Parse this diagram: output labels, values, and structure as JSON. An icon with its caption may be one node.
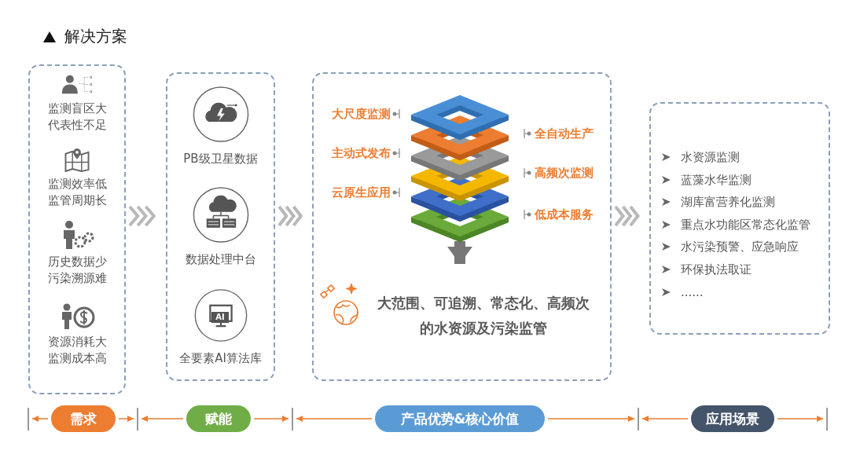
{
  "diagram": {
    "title": "解决方案",
    "nodes": [
      {
        "text": [],
        "shape": "box"
      },
      {
        "text": [
          "监测盲区大代表性不足"
        ],
        "in": 0
      },
      {
        "text": [
          "监测效率低监管周期长"
        ],
        "in": 0
      },
      {
        "text": [
          "历史数据少污染溯源难"
        ],
        "in": 0
      },
      {
        "text": [
          "资源消耗大监测成本高"
        ],
        "in": 0
      },
      {
        "text": [],
        "shape": "box"
      },
      {
        "text": [
          "PB级卫星数据"
        ],
        "in": 5
      },
      {
        "text": [
          "数据处理中台"
        ],
        "in": 5
      },
      {
        "text": [
          "全要素AI算法库"
        ],
        "in": 5
      },
      {
        "text": [],
        "shape": "box"
      },
      {
        "text": [],
        "shape": "picture",
        "in": 9
      },
      {
        "text": [
          "大范围、可追溯、常态化、高频次的水资源及污染监管"
        ],
        "in": 9
      },
      {
        "text": [
          "水资源监测",
          "蓝藻水华监测",
          "湖库富营养化监测",
          "重点水功能区常态化监管",
          "水污染预警、应急响应",
          "环保执法取证",
          "......"
        ]
      },
      {
        "text": [
          "需求"
        ]
      },
      {
        "text": [
          "赋能"
        ]
      },
      {
        "text": [
          "产品优势&核心价值"
        ]
      },
      {
        "text": [
          "应用场景"
        ]
      }
    ],
    "edges": [
      {
        "from": 0,
        "to": 5,
        "arrow": "to"
      },
      {
        "from": 5,
        "to": 9,
        "arrow": "to"
      },
      {
        "from": 9,
        "to": 12,
        "arrow": "to"
      },
      {
        "from": 10,
        "to": 11,
        "arrow": "to",
        "style": "thick"
      }
    ],
    "labels": [
      "大尺度监测",
      "全自动生产",
      "主动式发布",
      "高频次监测",
      "云原生应用",
      "低成本服务",
      "AI"
    ]
  }
}
